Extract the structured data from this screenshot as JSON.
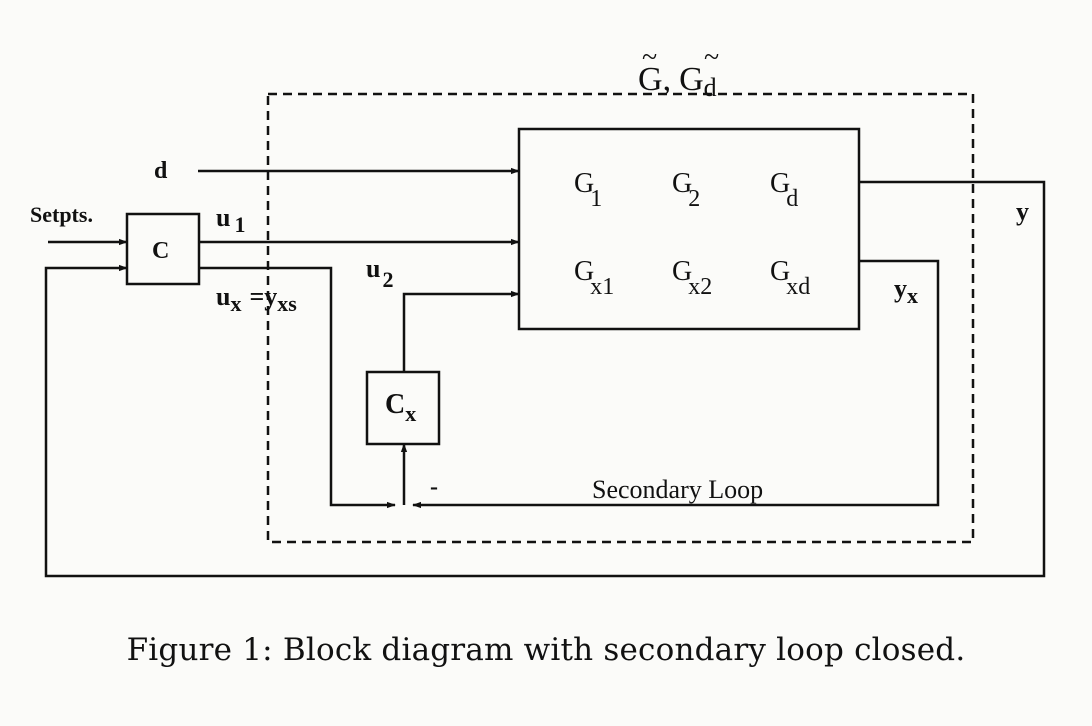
{
  "title": {
    "g_tilde": "G",
    "separator": ",",
    "gd_tilde_base": "G",
    "gd_tilde_sub": "d"
  },
  "signals": {
    "d": "d",
    "setpts": "Setpts.",
    "u1_base": "u",
    "u1_sub": "1",
    "u2_base": "u",
    "u2_sub": "2",
    "ux_base": "u",
    "ux_sub": "x",
    "equals": "=",
    "yxs_base": "y",
    "yxs_sub": "xs",
    "y": "y",
    "yx_base": "y",
    "yx_sub": "x",
    "minus": "-"
  },
  "blocks": {
    "controller": "C",
    "secondary_controller_base": "C",
    "secondary_controller_sub": "x"
  },
  "plant": {
    "g1_base": "G",
    "g1_sub": "1",
    "g2_base": "G",
    "g2_sub": "2",
    "gd_base": "G",
    "gd_sub": "d",
    "gx1_base": "G",
    "gx1_sub": "x1",
    "gx2_base": "G",
    "gx2_sub": "x2",
    "gxd_base": "G",
    "gxd_sub": "xd"
  },
  "loop_label": "Secondary Loop",
  "caption": "Figure 1: Block diagram with secondary loop closed."
}
